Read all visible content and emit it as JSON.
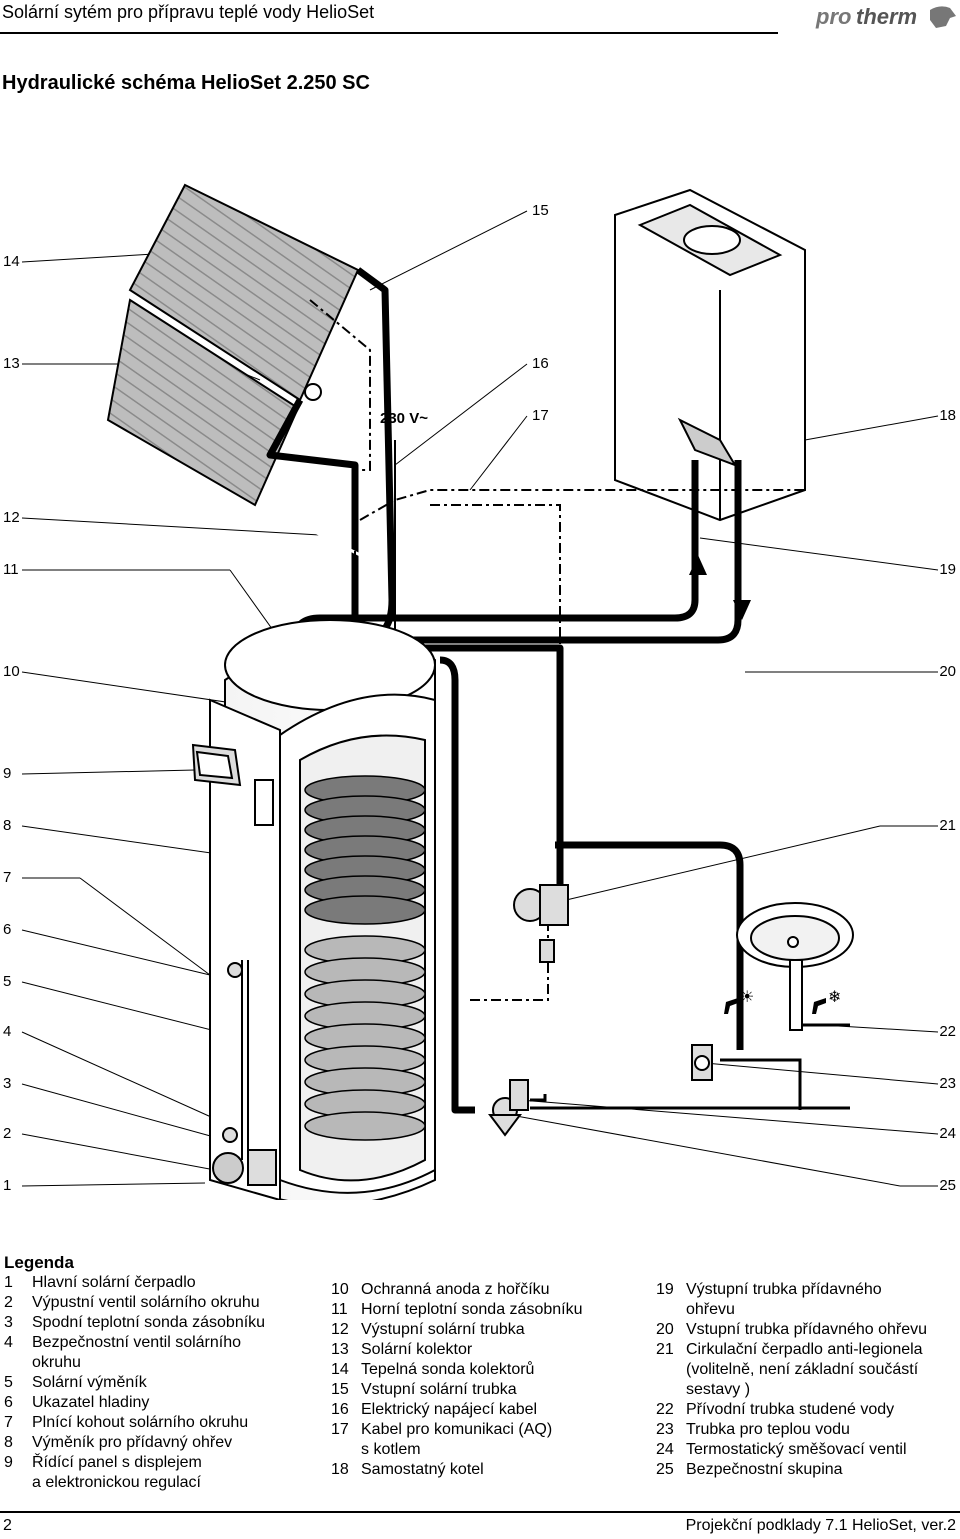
{
  "header": {
    "running_title": "Solární sytém pro přípravu teplé vody HelioSet",
    "brand": "protherm"
  },
  "title": "Hydraulické schéma HelioSet 2.250 SC",
  "diagram": {
    "voltage_label": "230 V~",
    "left_numbers": [
      "14",
      "13",
      "12",
      "11",
      "10",
      "9",
      "8",
      "7",
      "6",
      "5",
      "4",
      "3",
      "2",
      "1"
    ],
    "right_numbers": [
      "15",
      "16",
      "17",
      "18",
      "19",
      "20",
      "21",
      "22",
      "23",
      "24",
      "25"
    ]
  },
  "legend": {
    "heading": "Legenda",
    "items": [
      {
        "n": "1",
        "text": "Hlavní solární čerpadlo"
      },
      {
        "n": "2",
        "text": "Výpustní ventil solárního okruhu"
      },
      {
        "n": "3",
        "text": "Spodní teplotní sonda zásobníku"
      },
      {
        "n": "4",
        "text": "Bezpečnostní ventil solárního\nokruhu"
      },
      {
        "n": "5",
        "text": "Solární výměník"
      },
      {
        "n": "6",
        "text": "Ukazatel hladiny"
      },
      {
        "n": "7",
        "text": "Plnící kohout solárního okruhu"
      },
      {
        "n": "8",
        "text": "Výměník pro přídavný ohřev"
      },
      {
        "n": "9",
        "text": "Řídící panel s displejem\na elektronickou regulací"
      },
      {
        "n": "10",
        "text": "Ochranná anoda z hořčíku"
      },
      {
        "n": "11",
        "text": "Horní teplotní sonda zásobníku"
      },
      {
        "n": "12",
        "text": "Výstupní solární trubka"
      },
      {
        "n": "13",
        "text": "Solární kolektor"
      },
      {
        "n": "14",
        "text": "Tepelná sonda kolektorů"
      },
      {
        "n": "15",
        "text": "Vstupní solární trubka"
      },
      {
        "n": "16",
        "text": "Elektrický napájecí kabel"
      },
      {
        "n": "17",
        "text": "Kabel pro komunikaci (AQ)\ns kotlem"
      },
      {
        "n": "18",
        "text": "Samostatný kotel"
      },
      {
        "n": "19",
        "text": "Výstupní trubka přídavného\nohřevu"
      },
      {
        "n": "20",
        "text": "Vstupní trubka přídavného ohřevu"
      },
      {
        "n": "21",
        "text": "Cirkulační čerpadlo anti-legionela\n(volitelně, není základní součástí\nsestavy )"
      },
      {
        "n": "22",
        "text": "Přívodní trubka studené vody"
      },
      {
        "n": "23",
        "text": "Trubka pro teplou vodu"
      },
      {
        "n": "24",
        "text": "Termostatický směšovací ventil"
      },
      {
        "n": "25",
        "text": "Bezpečnostní skupina"
      }
    ]
  },
  "footer": {
    "page_number": "2",
    "doc_ref": "Projekční podklady 7.1 HelioSet, ver.2"
  }
}
